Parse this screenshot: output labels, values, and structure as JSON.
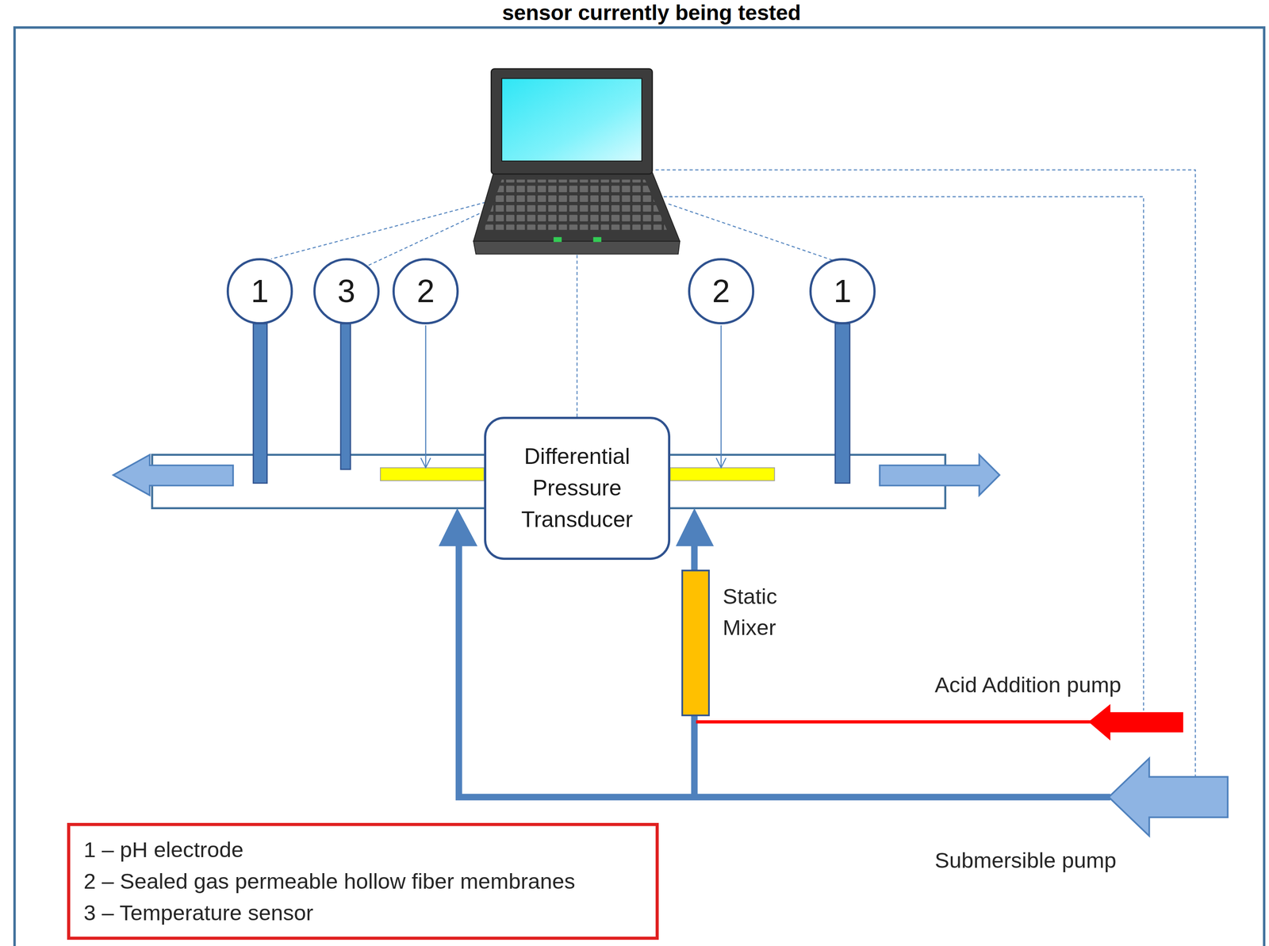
{
  "diagram": {
    "title": "sensor currently being tested",
    "nodes": [
      {
        "text": [
          "1"
        ]
      },
      {
        "text": [
          "3"
        ]
      },
      {
        "text": [
          "2"
        ]
      },
      {
        "text": [
          "2"
        ]
      },
      {
        "text": [
          "1"
        ]
      },
      {
        "text": [
          "Differential Pressure Transducer"
        ]
      }
    ],
    "labels": [
      "Static Mixer",
      "Acid Addition pump",
      "Submersible pump"
    ],
    "legend": [
      {
        "text": "1 – pH electrode"
      },
      {
        "text": "2 – Sealed gas permeable hollow fiber membranes"
      },
      {
        "text": "3 – Temperature sensor"
      }
    ]
  }
}
